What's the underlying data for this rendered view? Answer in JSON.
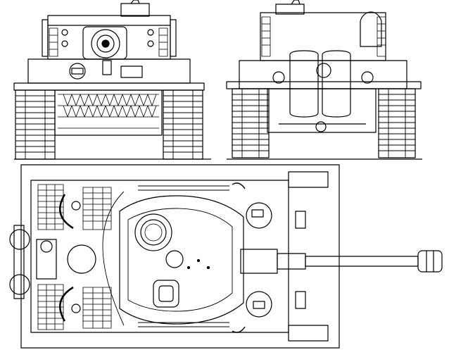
{
  "drawing": {
    "views": [
      {
        "id": "front",
        "label": ""
      },
      {
        "id": "rear",
        "label": ""
      },
      {
        "id": "top",
        "label": ""
      }
    ],
    "colors": {
      "background": "#ffffff",
      "line": "#000000",
      "hatch": "#000000"
    }
  }
}
